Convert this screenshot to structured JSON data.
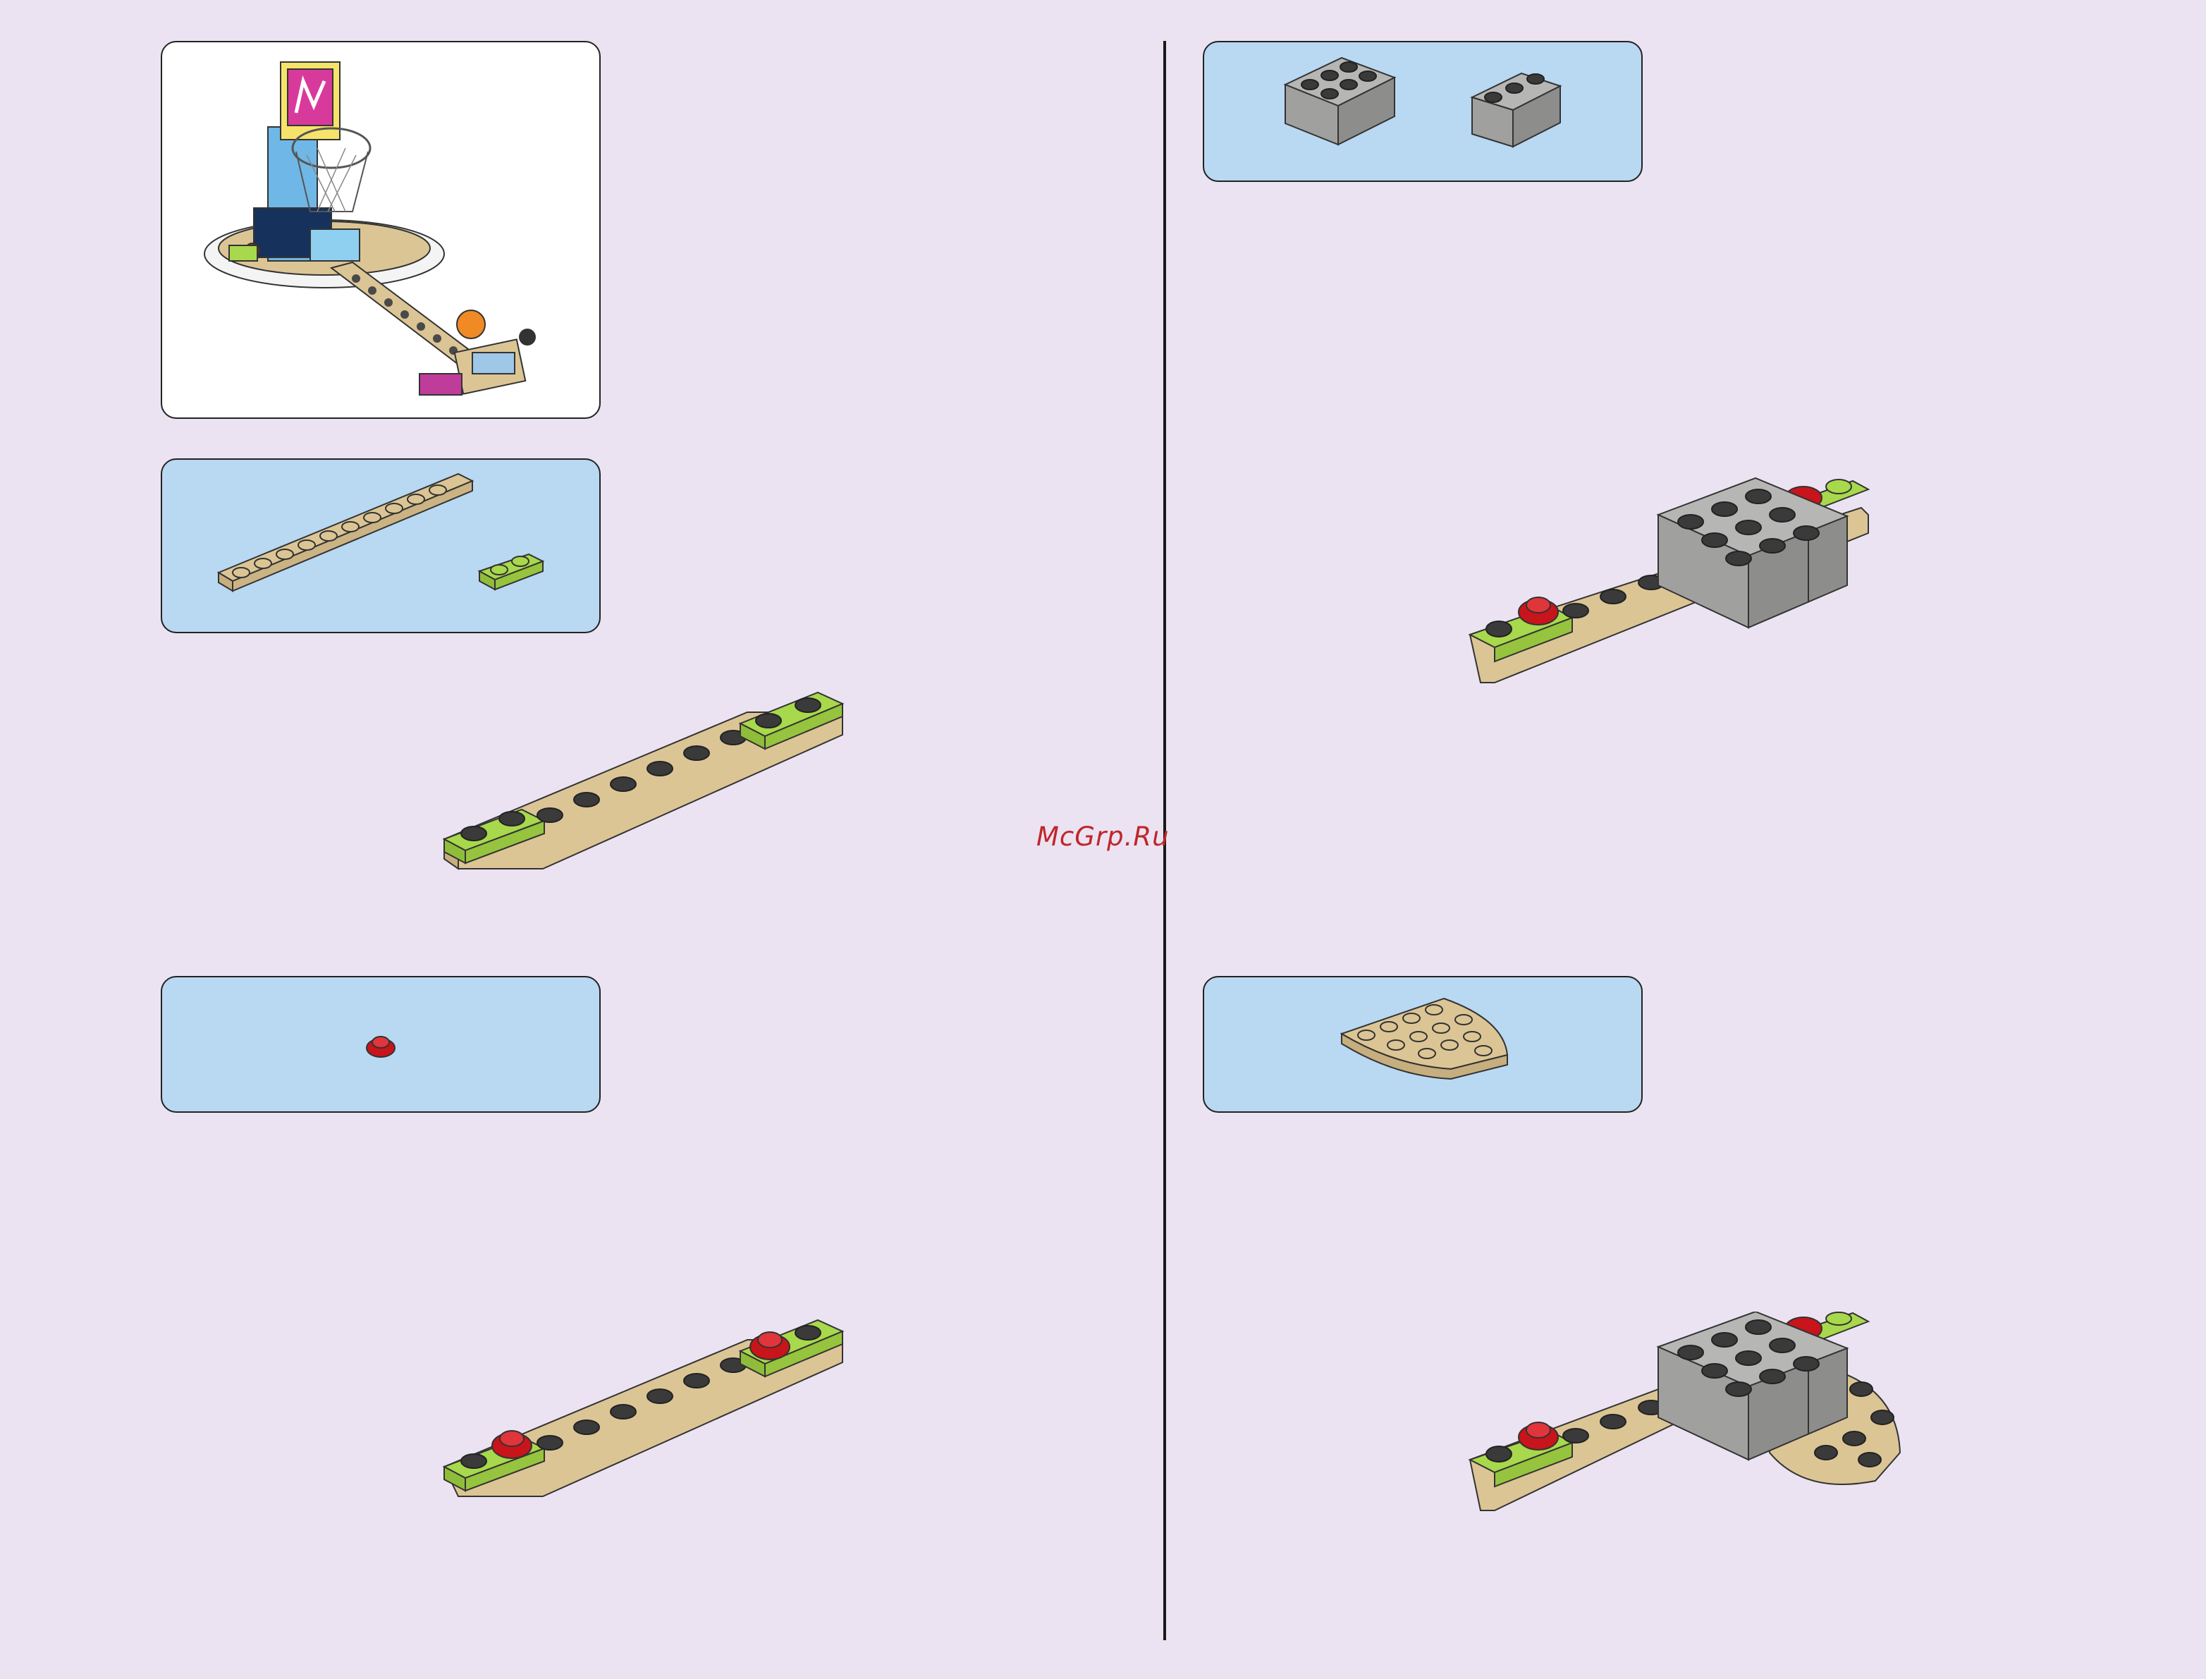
{
  "watermark": "McGrp.Ru",
  "colors": {
    "page_bg": "#ebe3f2",
    "parts_bg": "#b9d8f2",
    "tan": "#dcc595",
    "lime": "#a8d84c",
    "red": "#c8141b",
    "gray": "#a9aaa8",
    "divider": "#1a1a1a"
  },
  "left_page": {
    "finished_model": {
      "icon": "basketball-hoop-model-icon"
    },
    "step_a": {
      "parts": [
        "tan-plate-1x10",
        "lime-plate-1x2"
      ]
    },
    "step_b": {
      "parts": [
        "red-round-plate-1x1"
      ]
    }
  },
  "right_page": {
    "step_c": {
      "parts": [
        "gray-brick-2x3",
        "gray-brick-1x3"
      ]
    },
    "step_d": {
      "parts": [
        "tan-quarter-round-plate"
      ]
    }
  }
}
